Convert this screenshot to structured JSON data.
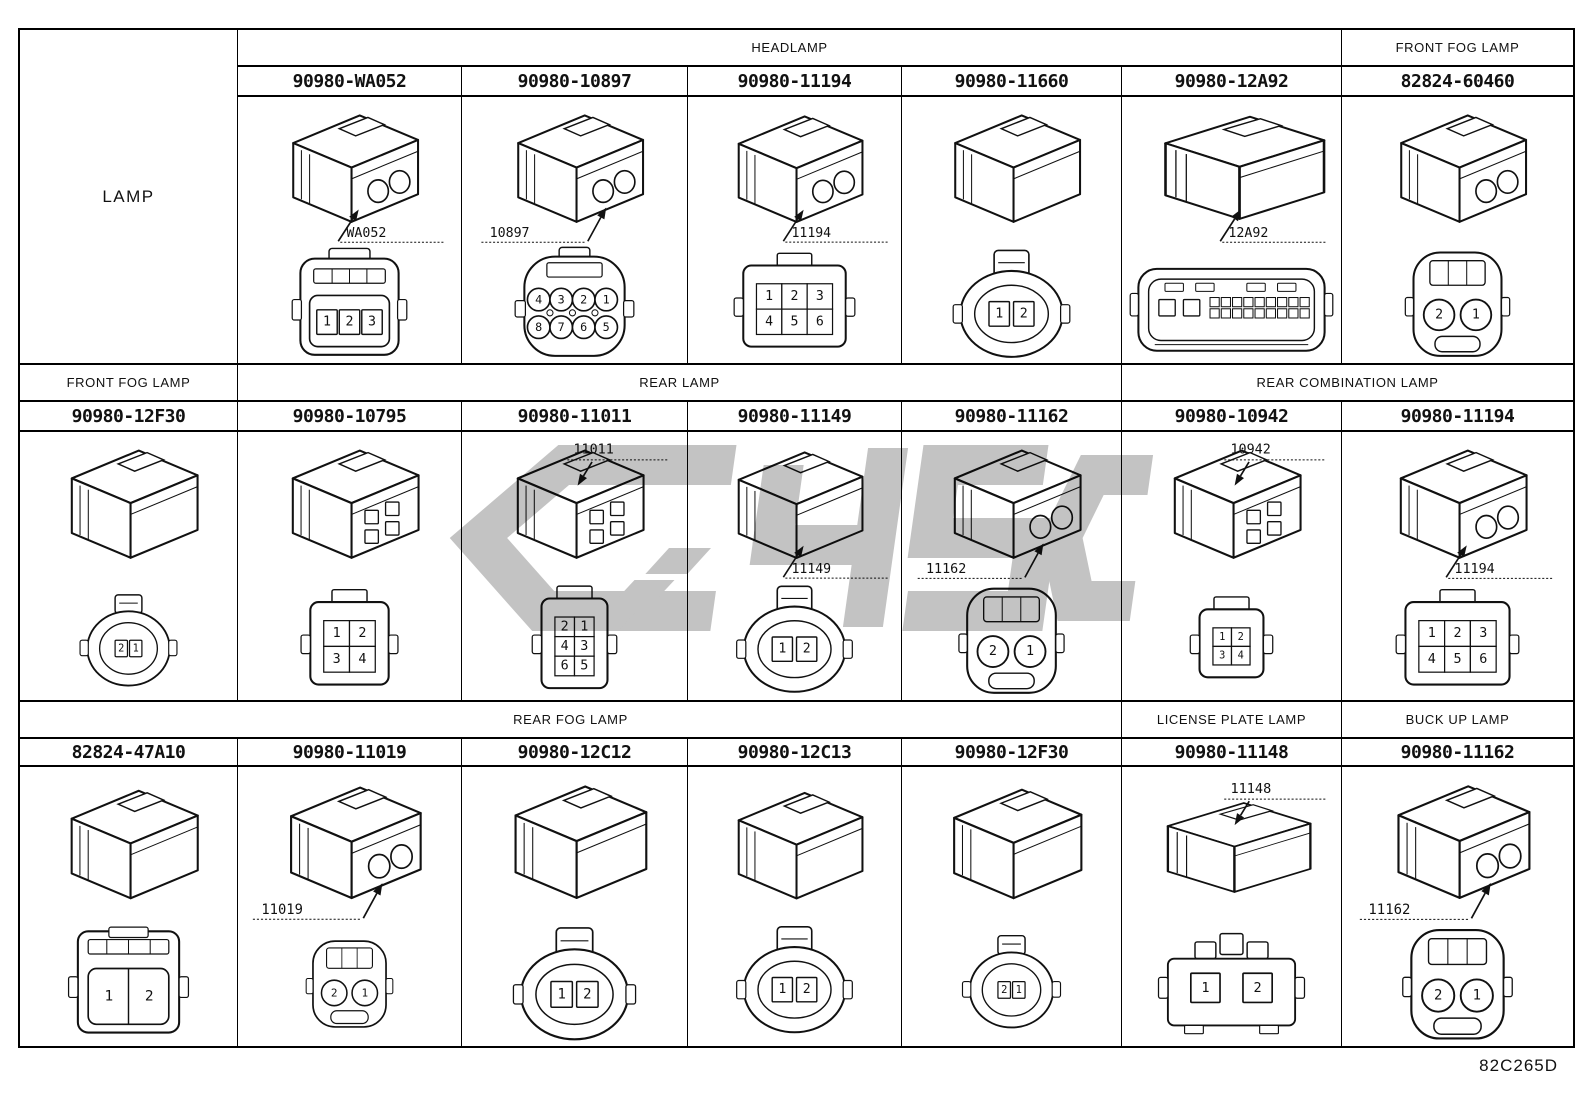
{
  "page": {
    "code": "82C265D",
    "line_color": "#111111",
    "watermark_color": "#c3c3c3"
  },
  "table": {
    "groups": [
      {
        "side_label": "LAMP",
        "col_start": 2,
        "headers": [
          {
            "label": "HEADLAMP",
            "start": 2,
            "span": 5
          },
          {
            "label": "FRONT FOG LAMP",
            "start": 7,
            "span": 1
          }
        ],
        "cells": [
          {
            "part_number": "90980-WA052",
            "callout": {
              "text": "WA052",
              "pos": "right"
            },
            "iso": "circles",
            "front": {
              "type": "rect_row",
              "pins": [
                "1",
                "2",
                "3"
              ]
            }
          },
          {
            "part_number": "90980-10897",
            "callout": {
              "text": "10897",
              "pos": "left"
            },
            "iso": "circles",
            "front": {
              "type": "circle_grid",
              "pins": [
                [
                  "4",
                  "3",
                  "2",
                  "1"
                ],
                [
                  "8",
                  "7",
                  "6",
                  "5"
                ]
              ]
            }
          },
          {
            "part_number": "90980-11194",
            "callout": {
              "text": "11194",
              "pos": "right"
            },
            "iso": "circles",
            "front": {
              "type": "grid",
              "pins": [
                [
                  "1",
                  "2",
                  "3"
                ],
                [
                  "4",
                  "5",
                  "6"
                ]
              ]
            }
          },
          {
            "part_number": "90980-11660",
            "iso": "plain",
            "front": {
              "type": "oval",
              "pins": [
                "1",
                "2"
              ]
            }
          },
          {
            "part_number": "90980-12A92",
            "callout": {
              "text": "12A92",
              "pos": "right"
            },
            "iso": "wide",
            "front": {
              "type": "multi",
              "pins": []
            }
          },
          {
            "part_number": "82824-60460",
            "iso": "circles",
            "front": {
              "type": "circles",
              "pins": [
                "2",
                "1"
              ]
            }
          }
        ]
      },
      {
        "col_start": 1,
        "headers": [
          {
            "label": "FRONT FOG LAMP",
            "start": 1,
            "span": 1
          },
          {
            "label": "REAR LAMP",
            "start": 2,
            "span": 4
          },
          {
            "label": "REAR COMBINATION LAMP",
            "start": 6,
            "span": 2
          }
        ],
        "cells": [
          {
            "part_number": "90980-12F30",
            "iso": "plain",
            "front": {
              "type": "round2",
              "pins": [
                "2",
                "1"
              ]
            }
          },
          {
            "part_number": "90980-10795",
            "iso": "squares",
            "front": {
              "type": "grid",
              "pins": [
                [
                  "1",
                  "2"
                ],
                [
                  "3",
                  "4"
                ]
              ]
            }
          },
          {
            "part_number": "90980-11011",
            "callout": {
              "text": "11011",
              "pos": "top"
            },
            "iso": "squares",
            "front": {
              "type": "grid",
              "pins": [
                [
                  "2",
                  "1"
                ],
                [
                  "4",
                  "3"
                ],
                [
                  "6",
                  "5"
                ]
              ]
            }
          },
          {
            "part_number": "90980-11149",
            "callout": {
              "text": "11149",
              "pos": "right"
            },
            "iso": "plain",
            "front": {
              "type": "oval",
              "pins": [
                "1",
                "2"
              ]
            }
          },
          {
            "part_number": "90980-11162",
            "callout": {
              "text": "11162",
              "pos": "left"
            },
            "iso": "circles",
            "front": {
              "type": "circles",
              "pins": [
                "2",
                "1"
              ]
            }
          },
          {
            "part_number": "90980-10942",
            "callout": {
              "text": "10942",
              "pos": "top"
            },
            "iso": "squares",
            "front": {
              "type": "grid_small",
              "pins": [
                [
                  "1",
                  "2"
                ],
                [
                  "3",
                  "4"
                ]
              ]
            }
          },
          {
            "part_number": "90980-11194",
            "callout": {
              "text": "11194",
              "pos": "right"
            },
            "iso": "circles",
            "front": {
              "type": "grid",
              "pins": [
                [
                  "1",
                  "2",
                  "3"
                ],
                [
                  "4",
                  "5",
                  "6"
                ]
              ]
            }
          }
        ]
      },
      {
        "col_start": 1,
        "headers": [
          {
            "label": "REAR FOG LAMP",
            "start": 1,
            "span": 5
          },
          {
            "label": "LICENSE PLATE LAMP",
            "start": 6,
            "span": 1
          },
          {
            "label": "BUCK UP LAMP",
            "start": 7,
            "span": 1
          }
        ],
        "cells": [
          {
            "part_number": "82824-47A10",
            "iso": "plain",
            "front": {
              "type": "twobox",
              "pins": [
                "1",
                "2"
              ]
            }
          },
          {
            "part_number": "90980-11019",
            "callout": {
              "text": "11019",
              "pos": "left"
            },
            "iso": "circles",
            "front": {
              "type": "circles_small",
              "pins": [
                "2",
                "1"
              ]
            }
          },
          {
            "part_number": "90980-12C12",
            "iso": "plain",
            "front": {
              "type": "oval",
              "pins": [
                "1",
                "2"
              ]
            }
          },
          {
            "part_number": "90980-12C13",
            "iso": "plain",
            "front": {
              "type": "oval",
              "pins": [
                "1",
                "2"
              ]
            }
          },
          {
            "part_number": "90980-12F30",
            "iso": "plain",
            "front": {
              "type": "round2",
              "pins": [
                "2",
                "1"
              ]
            }
          },
          {
            "part_number": "90980-11148",
            "callout": {
              "text": "11148",
              "pos": "top"
            },
            "iso": "flat",
            "front": {
              "type": "flat2",
              "pins": [
                "1",
                "2"
              ]
            }
          },
          {
            "part_number": "90980-11162",
            "callout": {
              "text": "11162",
              "pos": "left"
            },
            "iso": "circles",
            "front": {
              "type": "circles",
              "pins": [
                "2",
                "1"
              ]
            }
          }
        ]
      }
    ]
  }
}
